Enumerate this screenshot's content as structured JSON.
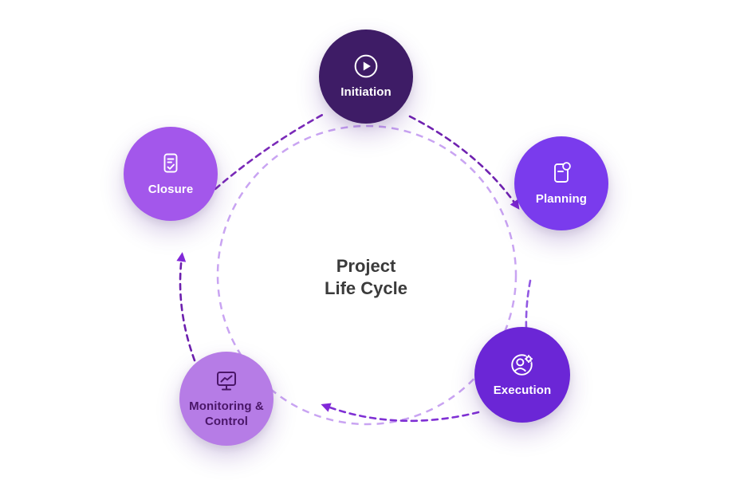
{
  "title": {
    "line1": "Project",
    "line2": "Life Cycle",
    "color": "#3b3b3b"
  },
  "nodes": [
    {
      "id": "initiation",
      "label": "Initiation",
      "icon": "play-circle-icon",
      "bg": "#3e1c66",
      "text_color": "#ffffff"
    },
    {
      "id": "planning",
      "label": "Planning",
      "icon": "note-badge-icon",
      "bg": "#7a3bed",
      "text_color": "#ffffff"
    },
    {
      "id": "execution",
      "label": "Execution",
      "icon": "user-gear-icon",
      "bg": "#6b26d6",
      "text_color": "#ffffff"
    },
    {
      "id": "monitoring",
      "label": "Monitoring & Control",
      "label_lines": [
        "Monitoring &",
        "Control"
      ],
      "icon": "monitor-chart-icon",
      "bg": "#b67ce6",
      "text_color": "#4a1668"
    },
    {
      "id": "closure",
      "label": "Closure",
      "icon": "doc-check-icon",
      "bg": "#a357eb",
      "text_color": "#ffffff"
    }
  ],
  "connectors": {
    "ring": {
      "color": "#c9a4f2"
    },
    "arrow_color": "#8128d8",
    "closure_to_initiation": {
      "color": "#7a2ab8"
    },
    "initiation_to_planning": {
      "color": "#6f22b0"
    },
    "planning_to_execution": {
      "color": "#9158e2"
    },
    "execution_to_monitoring": {
      "color": "#7f30d4"
    },
    "monitoring_to_closure": {
      "color": "#6c1fae"
    }
  }
}
